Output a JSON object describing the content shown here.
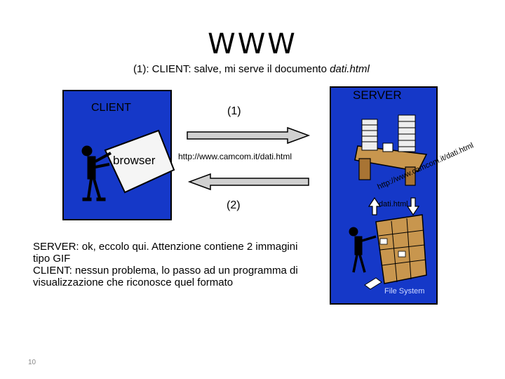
{
  "title": "WWW",
  "request": {
    "prefix": "(1): CLIENT: salve, mi serve il documento ",
    "document": "dati.html"
  },
  "client": {
    "label": "CLIENT",
    "browser_label": "browser"
  },
  "server": {
    "label": "SERVER",
    "dati_label": "dati.html",
    "fs_label": "File System"
  },
  "arrows": {
    "step1": "(1)",
    "step2": "(2)",
    "url": "http://www.camcom.it/dati.html"
  },
  "response": {
    "lines": [
      "SERVER: ok, eccolo qui. Attenzione contiene 2 immagini",
      "tipo GIF",
      "CLIENT: nessun problema, lo passo ad un programma di",
      "visualizzazione che riconosce quel formato"
    ]
  },
  "page_number": "10",
  "colors": {
    "panel_blue": "#1538c8",
    "arrow_gray": "#d0d0d0"
  }
}
